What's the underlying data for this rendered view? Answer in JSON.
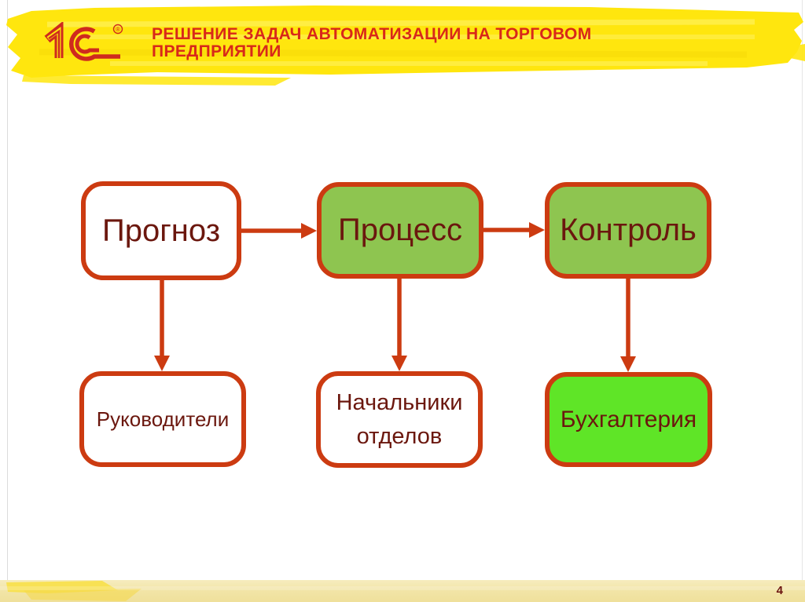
{
  "slide": {
    "title_lines": [
      "РЕШЕНИЕ ЗАДАЧ АВТОМАТИЗАЦИИ НА ТОРГОВОМ",
      "ПРЕДПРИЯТИИ"
    ],
    "page_number": "4",
    "logo": {
      "text": "1С",
      "registered_mark": "®"
    },
    "colors": {
      "banner_yellow": "#ffe60e",
      "title_red": "#d8281a",
      "outline_red": "#cc3b11",
      "node_text_maroon": "#6b170e",
      "green_medium": "#8ec550",
      "green_bright": "#5fe527",
      "footer_cream": "#f3e7ae"
    }
  },
  "diagram": {
    "top_row": [
      {
        "label": "Прогноз",
        "fill": "white"
      },
      {
        "label": "Процесс",
        "fill": "green_medium"
      },
      {
        "label": "Контроль",
        "fill": "green_medium"
      }
    ],
    "bottom_row": [
      {
        "label": "Руководители",
        "fill": "white"
      },
      {
        "label": "Начальники отделов",
        "fill": "white"
      },
      {
        "label": "Бухгалтерия",
        "fill": "green_bright"
      }
    ],
    "edges": [
      {
        "from": "Прогноз",
        "to": "Процесс",
        "direction": "right"
      },
      {
        "from": "Процесс",
        "to": "Контроль",
        "direction": "right"
      },
      {
        "from": "Прогноз",
        "to": "Руководители",
        "direction": "down"
      },
      {
        "from": "Процесс",
        "to": "Начальники отделов",
        "direction": "down"
      },
      {
        "from": "Контроль",
        "to": "Бухгалтерия",
        "direction": "down"
      }
    ]
  }
}
